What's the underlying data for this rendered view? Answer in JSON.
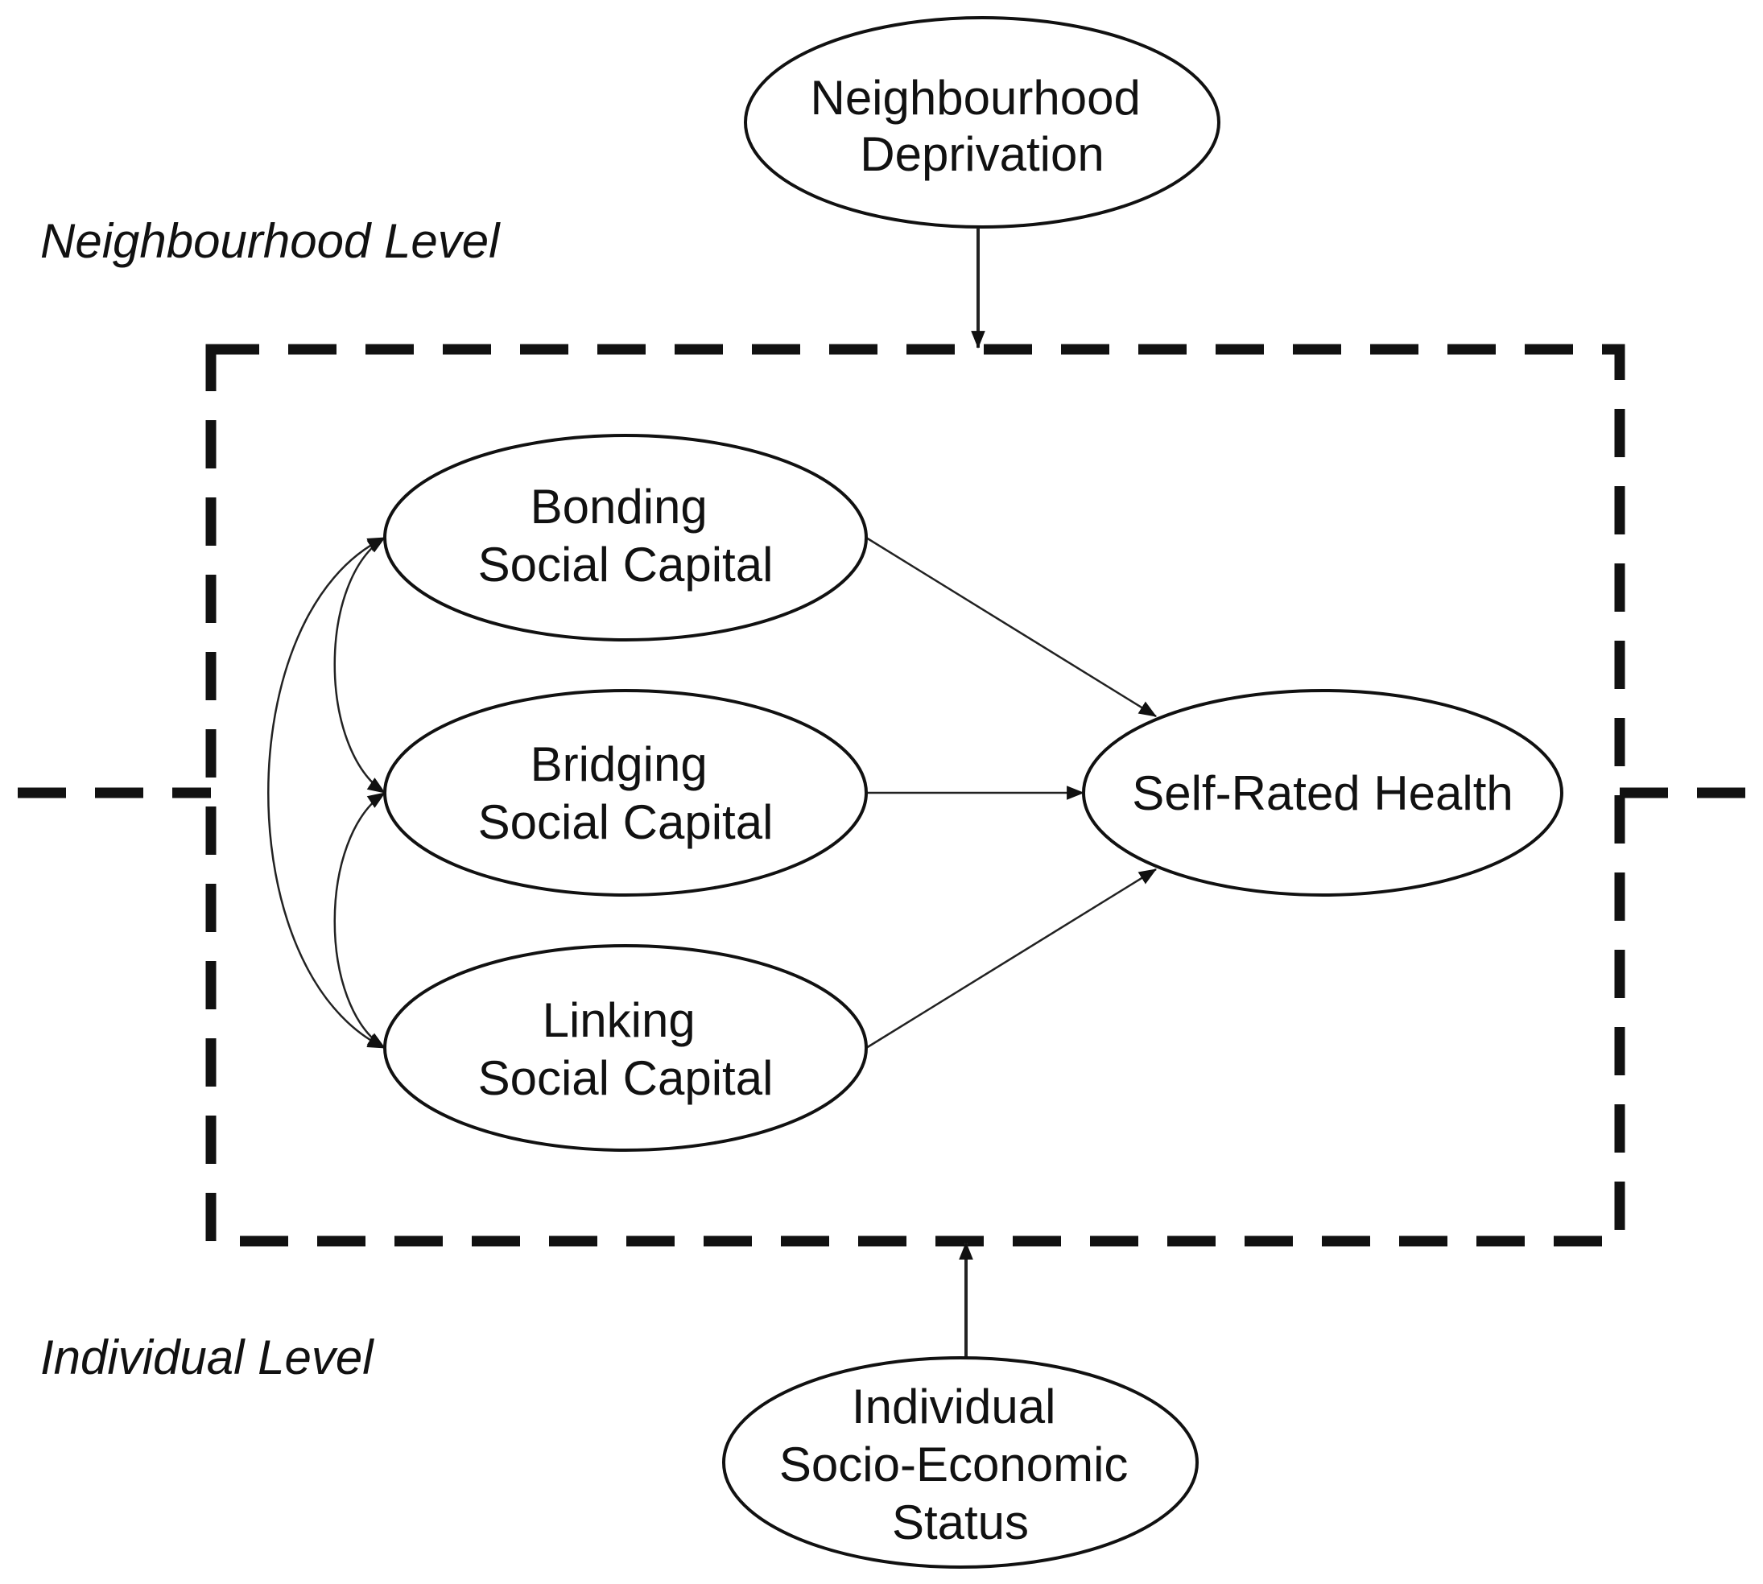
{
  "levels": {
    "neighbourhood": "Neighbourhood Level",
    "individual": "Individual Level"
  },
  "nodes": {
    "neighbourhood_deprivation": [
      "Neighbourhood",
      "Deprivation"
    ],
    "bonding": [
      "Bonding",
      "Social Capital"
    ],
    "bridging": [
      "Bridging",
      "Social Capital"
    ],
    "linking": [
      "Linking",
      "Social Capital"
    ],
    "self_rated_health": [
      "Self-Rated Health"
    ],
    "individual_ses": [
      "Individual",
      "Socio-Economic",
      "Status"
    ]
  },
  "colors": {
    "line": "#111111",
    "background": "#ffffff"
  }
}
